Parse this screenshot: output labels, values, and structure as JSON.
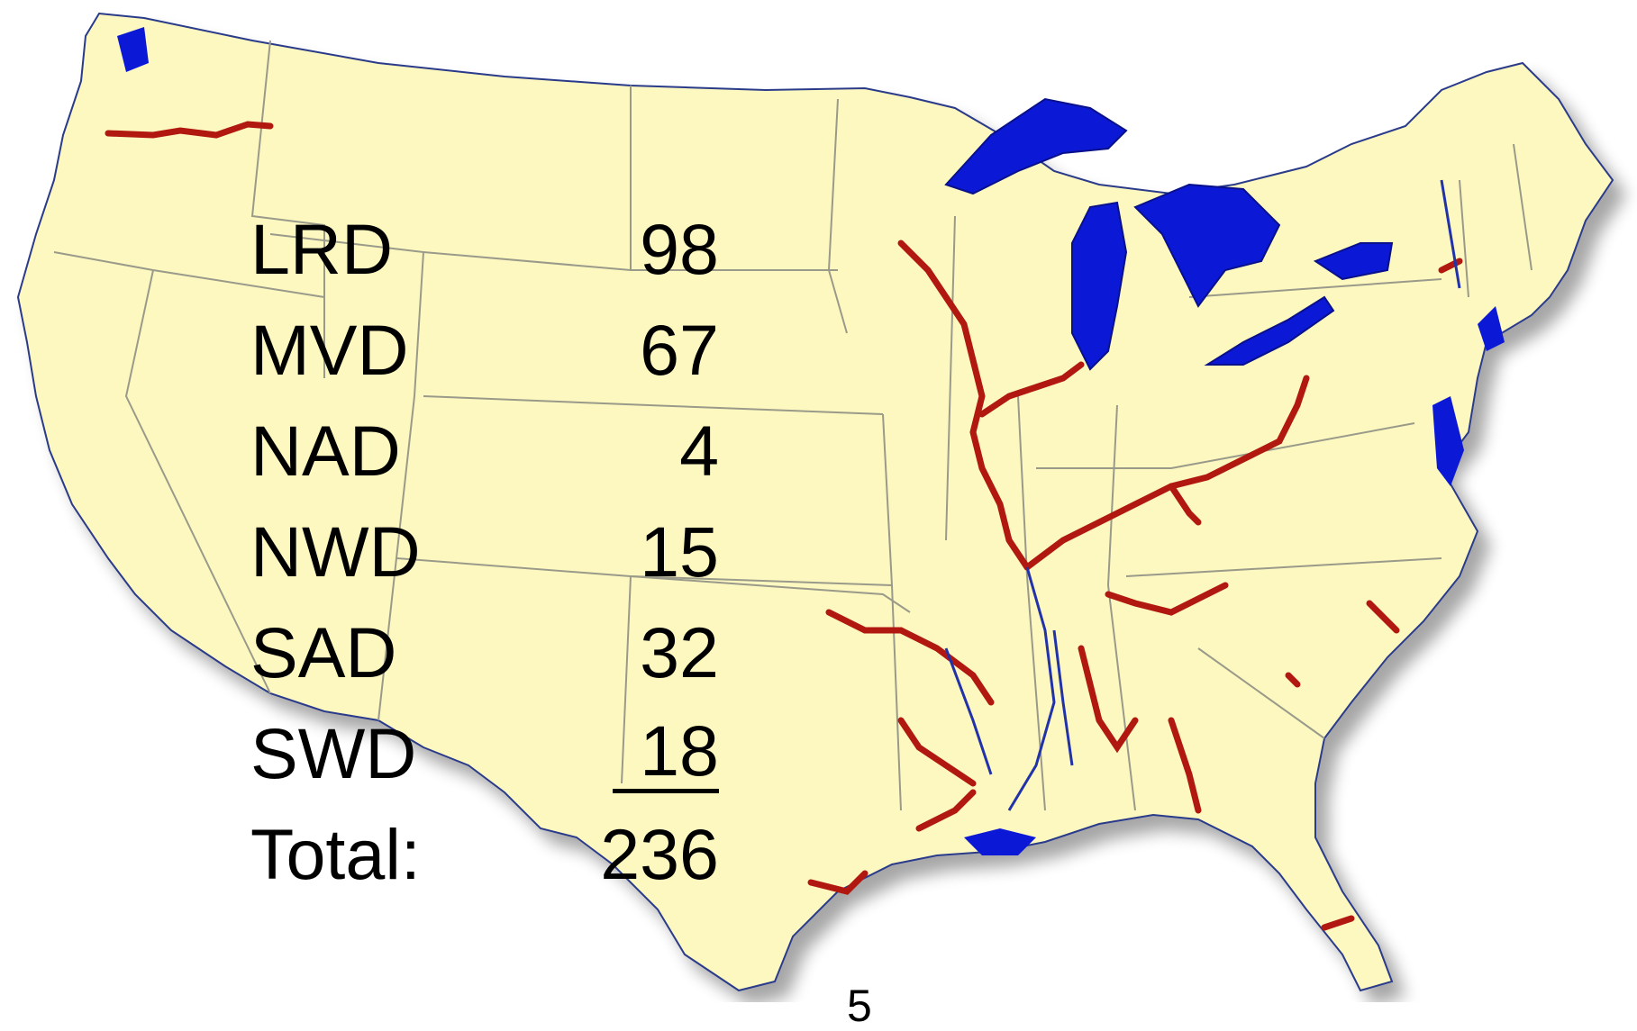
{
  "table": {
    "rows": [
      {
        "label": "LRD",
        "value": "98"
      },
      {
        "label": "MVD",
        "value": "67"
      },
      {
        "label": "NAD",
        "value": "4"
      },
      {
        "label": "NWD",
        "value": "15"
      },
      {
        "label": "SAD",
        "value": "32"
      },
      {
        "label": "SWD",
        "value": "18"
      }
    ],
    "total_label": "Total:",
    "total_value": "236"
  },
  "page_number": "5",
  "colors": {
    "land": "#fdf8c0",
    "water": "#0b19d6",
    "waterway": "#b01810",
    "border": "#a8a89a"
  }
}
